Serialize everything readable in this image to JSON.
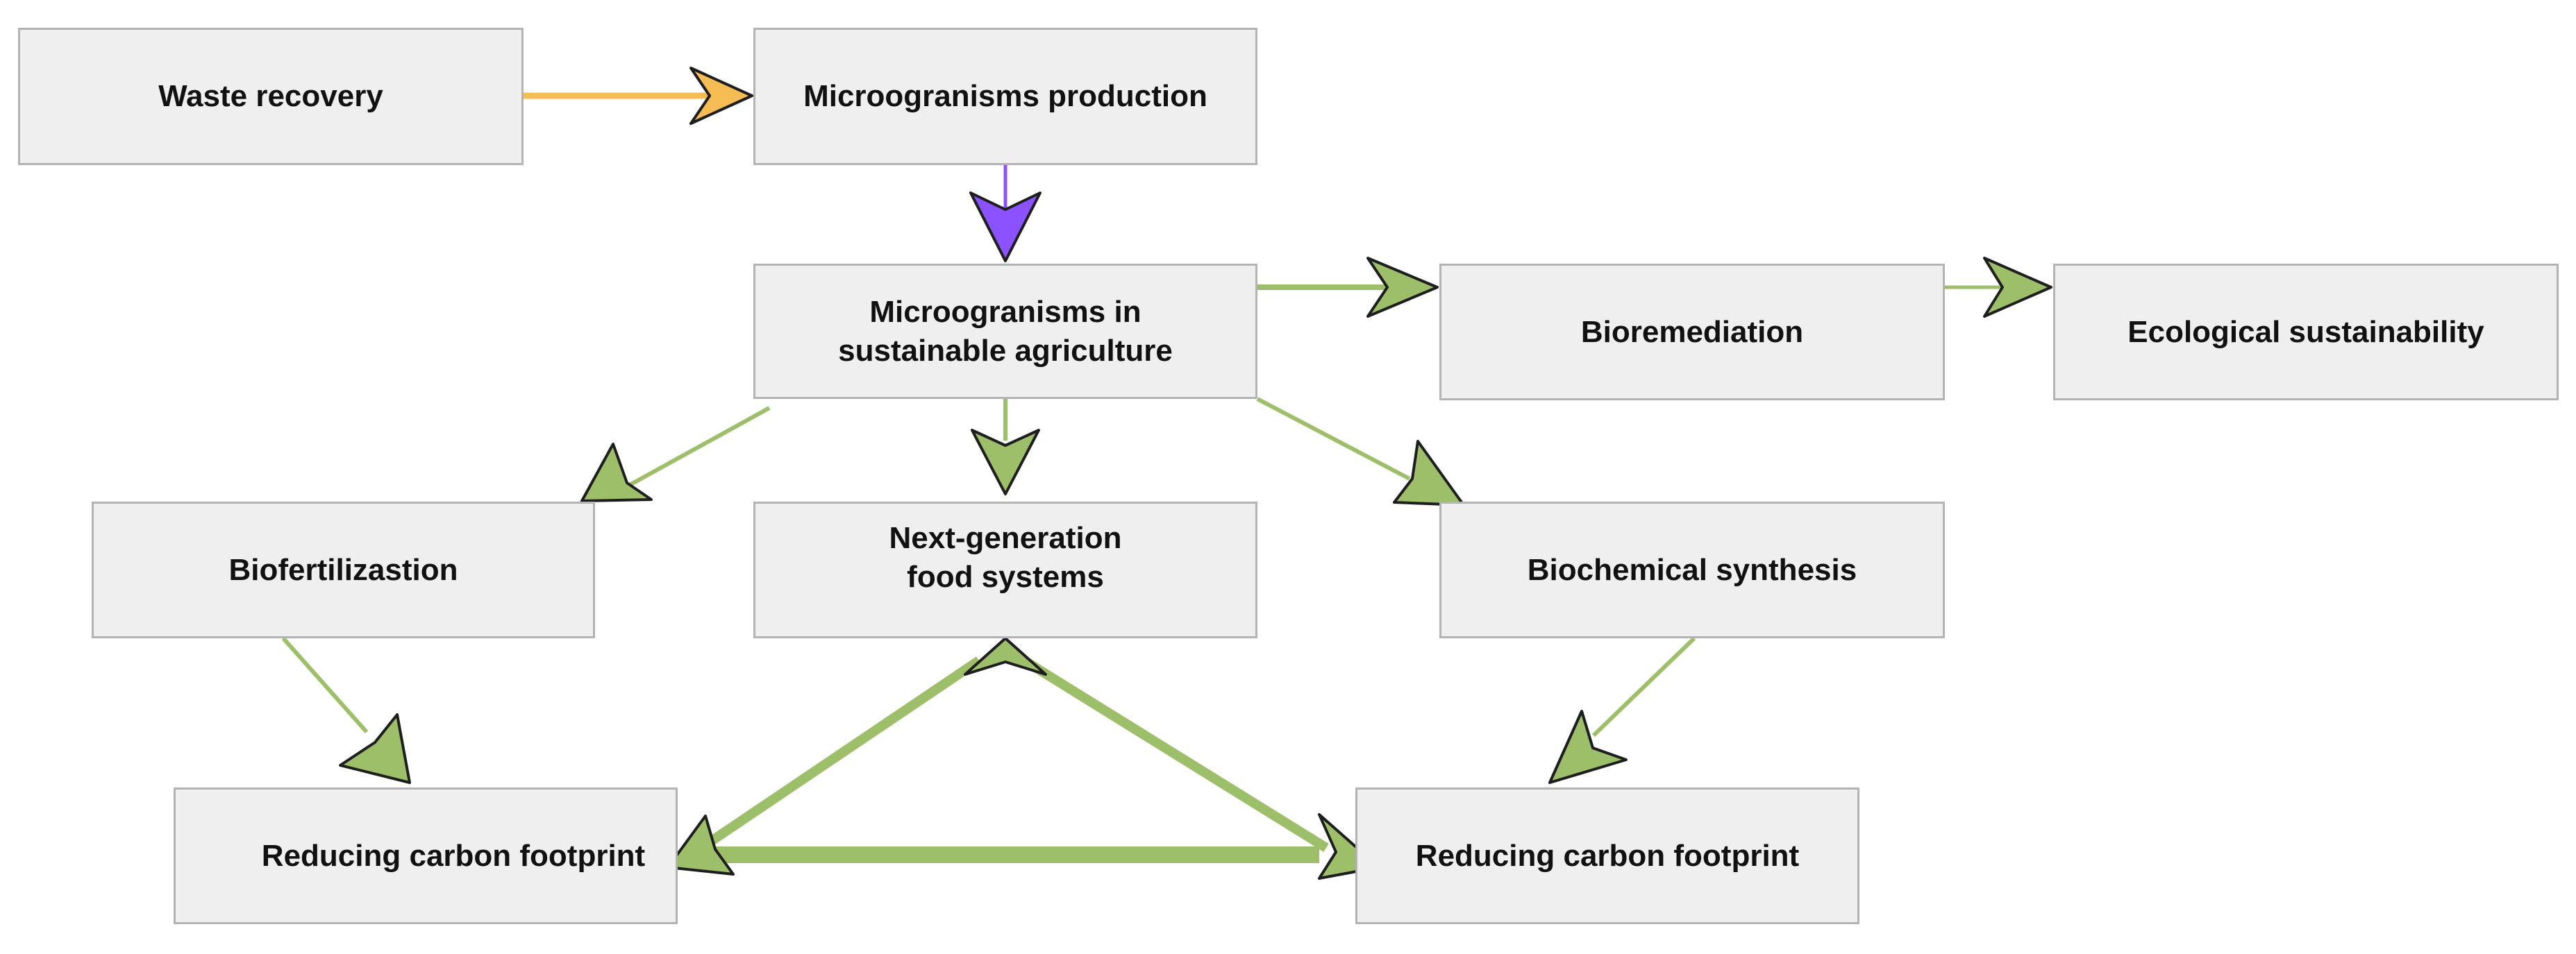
{
  "nodes": {
    "waste_recovery": "Waste recovery",
    "microorganisms_production": "Microogranisms production",
    "microorganisms_agriculture": "Microogranisms in\nsustainable agriculture",
    "bioremediation": "Bioremediation",
    "ecological_sustainability": "Ecological sustainability",
    "biofertilization": "Biofertilizastion",
    "next_generation_food": "Next-generation\nfood systems",
    "biochemical_synthesis": "Biochemical synthesis",
    "reducing_carbon_left": "Reducing carbon footprint",
    "reducing_carbon_right": "Reducing carbon footprint"
  },
  "colors": {
    "node_fill": "#efefef",
    "node_border": "#b3b3b3",
    "text": "#111111",
    "arrow_orange": "#f6bd55",
    "arrow_purple": "#8c52ff",
    "arrow_green": "#9ebf6a",
    "arrowhead_outline": "#1e1e1e"
  },
  "edges": [
    {
      "from": "waste_recovery",
      "to": "microorganisms_production",
      "color": "orange"
    },
    {
      "from": "microorganisms_production",
      "to": "microorganisms_agriculture",
      "color": "purple"
    },
    {
      "from": "microorganisms_agriculture",
      "to": "bioremediation",
      "color": "green"
    },
    {
      "from": "bioremediation",
      "to": "ecological_sustainability",
      "color": "green"
    },
    {
      "from": "microorganisms_agriculture",
      "to": "biofertilization",
      "color": "green"
    },
    {
      "from": "microorganisms_agriculture",
      "to": "next_generation_food",
      "color": "green"
    },
    {
      "from": "microorganisms_agriculture",
      "to": "biochemical_synthesis",
      "color": "green"
    },
    {
      "from": "biofertilization",
      "to": "reducing_carbon_left",
      "color": "green"
    },
    {
      "from": "biochemical_synthesis",
      "to": "reducing_carbon_right",
      "color": "green"
    },
    {
      "from": "reducing_carbon_left",
      "to": "next_generation_food",
      "color": "green"
    },
    {
      "from": "next_generation_food",
      "to": "reducing_carbon_left",
      "color": "green"
    },
    {
      "from": "next_generation_food",
      "to": "reducing_carbon_right",
      "color": "green"
    },
    {
      "from": "reducing_carbon_left",
      "to": "reducing_carbon_right",
      "color": "green"
    }
  ]
}
